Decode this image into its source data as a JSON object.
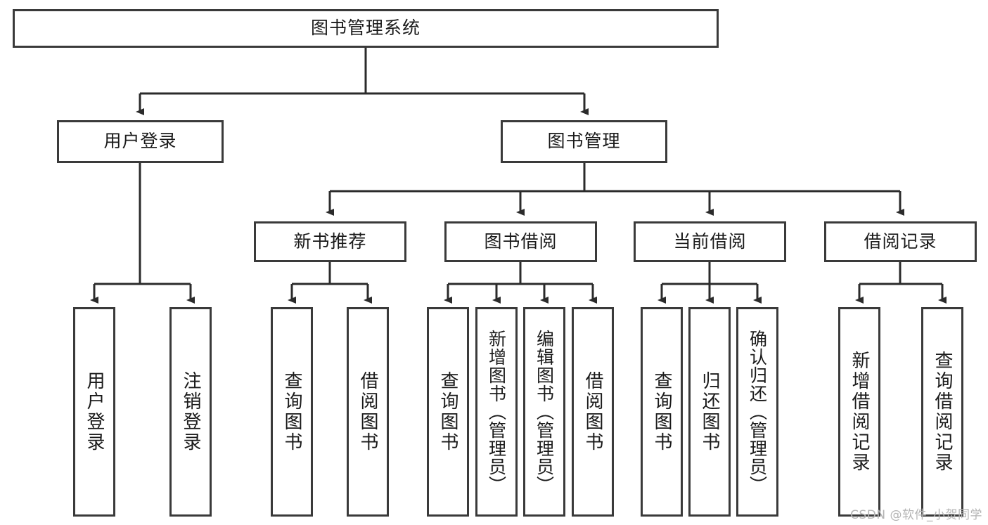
{
  "diagram": {
    "title": "图书管理系统",
    "watermark": "CSDN @软件_小贺同学",
    "colors": {
      "box_border": "#3a3a3a",
      "box_fill": "#ffffff",
      "line": "#2b2b2b",
      "text": "#1a1a1a",
      "watermark": "#b4b4b4"
    },
    "nodes": {
      "root": {
        "label": "图书管理系统"
      },
      "user_login": {
        "label": "用户登录"
      },
      "book_manage": {
        "label": "图书管理"
      },
      "new_book_rec": {
        "label": "新书推荐"
      },
      "book_borrow": {
        "label": "图书借阅"
      },
      "current_borrow": {
        "label": "当前借阅"
      },
      "borrow_record": {
        "label": "借阅记录"
      },
      "leaf_user_login": {
        "label": "用户登录"
      },
      "leaf_logout": {
        "label": "注销登录"
      },
      "leaf_query_book_a": {
        "label": "查询图书"
      },
      "leaf_borrow_book_a": {
        "label": "借阅图书"
      },
      "leaf_query_book_b": {
        "label": "查询图书"
      },
      "leaf_add_book": {
        "label": "新增图书（管理员）"
      },
      "leaf_edit_book": {
        "label": "编辑图书（管理员）"
      },
      "leaf_borrow_book_b": {
        "label": "借阅图书"
      },
      "leaf_query_book_c": {
        "label": "查询图书"
      },
      "leaf_return_book": {
        "label": "归还图书"
      },
      "leaf_confirm_return": {
        "label": "确认归还（管理员）"
      },
      "leaf_add_record": {
        "label": "新增借阅记录"
      },
      "leaf_query_record": {
        "label": "查询借阅记录"
      }
    }
  }
}
